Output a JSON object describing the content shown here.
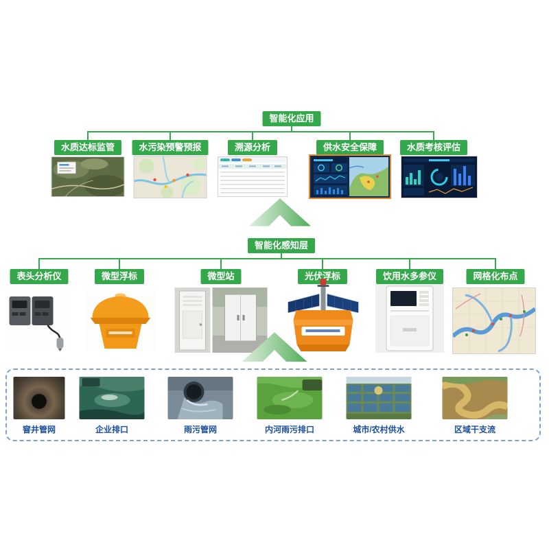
{
  "app_layer": {
    "title": "智能化应用",
    "items": [
      {
        "label": "水质达标监管",
        "image": "satellite-map-screenshot"
      },
      {
        "label": "水污染预警预报",
        "image": "pollution-forecast-map-screenshot"
      },
      {
        "label": "溯源分析",
        "image": "trace-analysis-table-screenshot"
      },
      {
        "label": "供水安全保障",
        "image": "water-supply-dashboard-screenshot"
      },
      {
        "label": "水质考核评估",
        "image": "assessment-dashboard-screenshot"
      }
    ]
  },
  "sense_layer": {
    "title": "智能化感知层",
    "items": [
      {
        "label": "表头分析仪",
        "image": "probe-analyzer-photo"
      },
      {
        "label": "微型浮标",
        "image": "micro-buoy-photo"
      },
      {
        "label": "微型站",
        "image": "micro-station-photo"
      },
      {
        "label": "光伏浮标",
        "image": "solar-buoy-photo"
      },
      {
        "label": "饮用水多参仪",
        "image": "drinking-water-multiparam-photo"
      },
      {
        "label": "网格化布点",
        "image": "grid-layout-map"
      }
    ]
  },
  "scene_layer": {
    "items": [
      {
        "label": "窨井管网",
        "image": "manhole-pipe-photo"
      },
      {
        "label": "企业排口",
        "image": "enterprise-outlet-photo"
      },
      {
        "label": "雨污管网",
        "image": "rain-sewage-pipe-photo"
      },
      {
        "label": "内河雨污排口",
        "image": "river-rain-sewage-outlet-photo"
      },
      {
        "label": "城市/农村供水",
        "image": "urban-rural-water-supply-photo"
      },
      {
        "label": "区域干支流",
        "image": "regional-main-tributary-photo"
      }
    ]
  },
  "colors": {
    "node_green": "#35a84c",
    "connector_green": "#35a84c",
    "label_blue": "#1a4e9d",
    "dashed_border_blue": "#7aa0d4",
    "highlight_orange_border": "#e8862c"
  }
}
